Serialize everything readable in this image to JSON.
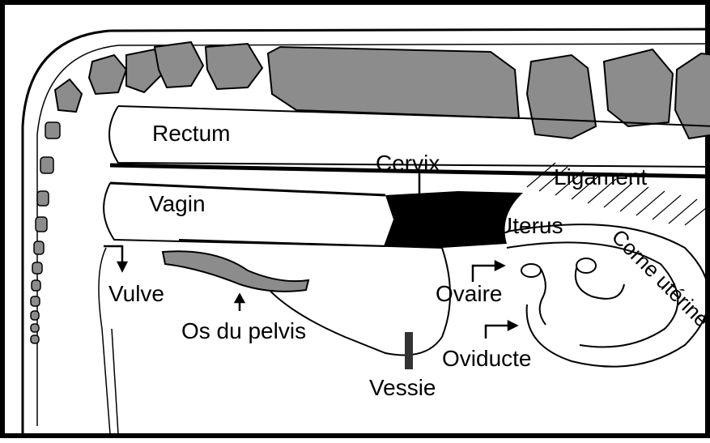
{
  "labels": {
    "rectum": "Rectum",
    "cervix": "Cervix",
    "ligament": "Ligament",
    "vagin": "Vagin",
    "uterus": "Uterus",
    "corne_uterine": "Corne utérine",
    "vulve": "Vulve",
    "os_pelvis": "Os du pelvis",
    "ovaire": "Ovaire",
    "oviducte": "Oviducte",
    "vessie": "Vessie"
  },
  "colors": {
    "bone": "#8c8c8c",
    "tissue": "#000000",
    "background": "#ffffff"
  }
}
